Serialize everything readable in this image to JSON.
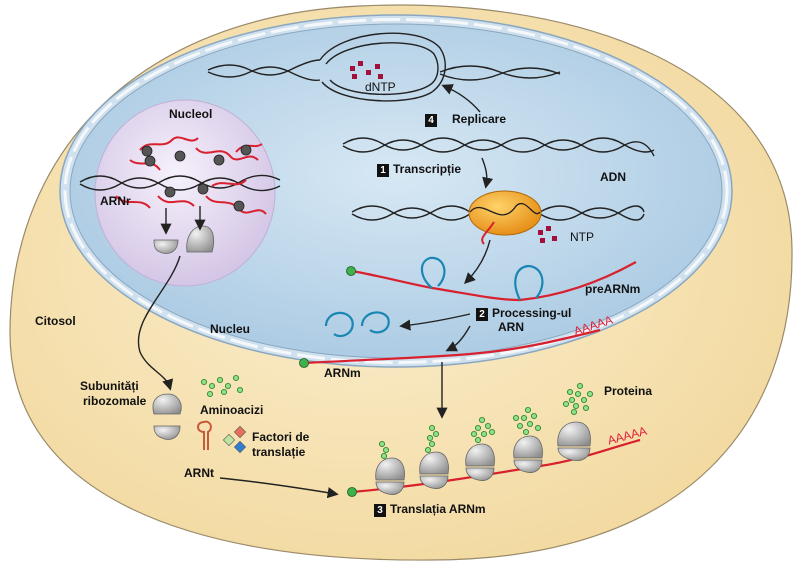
{
  "labels": {
    "nucleol": "Nucleol",
    "arnr": "ARNr",
    "dntp": "dNTP",
    "replicare": "Replicare",
    "transcriptie": "Transcripție",
    "adn": "ADN",
    "ntp": "NTP",
    "prearnm": "preARNm",
    "processing_1": "Processing-ul",
    "processing_2": "ARN",
    "nucleu": "Nucleu",
    "citosol": "Citosol",
    "arnm": "ARNm",
    "polya": "AAAAA",
    "polya2": "AAAAA",
    "subunitati_1": "Subunități",
    "subunitati_2": "ribozomale",
    "aminoacizi": "Aminoacizi",
    "factori_1": "Factori de",
    "factori_2": "translație",
    "arnt": "ARNt",
    "proteina": "Proteina",
    "translatia": "Translația ARNm"
  },
  "steps": {
    "s1": "1",
    "s2": "2",
    "s3": "3",
    "s4": "4"
  },
  "colors": {
    "cell_fill": "#f6e3b4",
    "cell_stroke": "#9a8a6a",
    "nucleus_fill": "#bcd6ea",
    "nucleolus_fill": "#e2d8ee",
    "rna_red": "#d8202e",
    "loop_blue": "#1a86b4",
    "polymerase": "#f2a51d",
    "green": "#2f9a3a",
    "ntp": "#a0103a"
  }
}
